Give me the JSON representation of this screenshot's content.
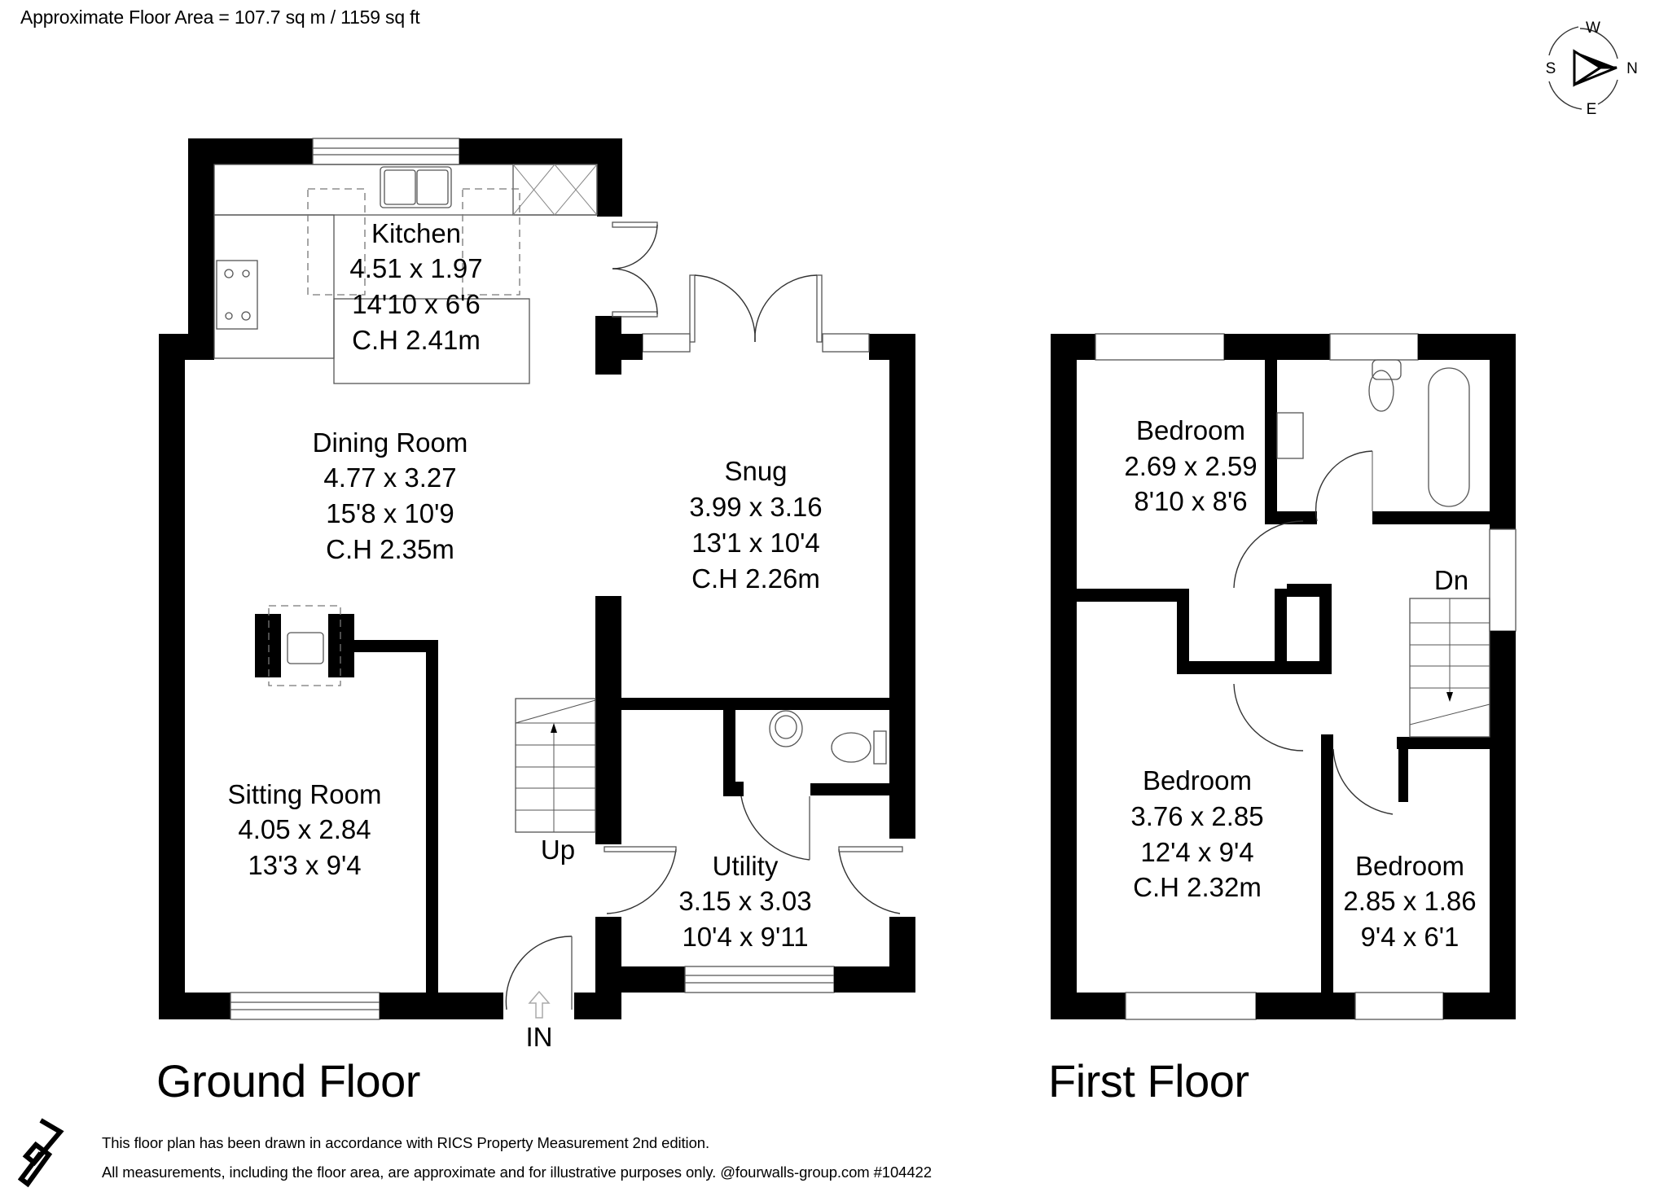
{
  "header": {
    "floor_area": "Approximate Floor Area = 107.7 sq m / 1159 sq ft"
  },
  "compass": {
    "north": "N",
    "south": "S",
    "east": "E",
    "west": "W"
  },
  "ground_floor": {
    "title": "Ground Floor",
    "stairs_label": "Up",
    "entrance_label": "IN",
    "rooms": [
      {
        "name": "Kitchen",
        "metric": "4.51 x 1.97",
        "imperial": "14'10 x 6'6",
        "ceiling": "C.H 2.41m"
      },
      {
        "name": "Dining Room",
        "metric": "4.77 x 3.27",
        "imperial": "15'8 x 10'9",
        "ceiling": "C.H 2.35m"
      },
      {
        "name": "Snug",
        "metric": "3.99 x 3.16",
        "imperial": "13'1 x 10'4",
        "ceiling": "C.H 2.26m"
      },
      {
        "name": "Sitting Room",
        "metric": "4.05 x 2.84",
        "imperial": "13'3 x 9'4"
      },
      {
        "name": "Utility",
        "metric": "3.15 x 3.03",
        "imperial": "10'4 x 9'11"
      }
    ]
  },
  "first_floor": {
    "title": "First Floor",
    "stairs_label": "Dn",
    "rooms": [
      {
        "name": "Bedroom",
        "metric": "2.69 x 2.59",
        "imperial": "8'10 x 8'6"
      },
      {
        "name": "Bedroom",
        "metric": "3.76 x 2.85",
        "imperial": "12'4 x 9'4",
        "ceiling": "C.H 2.32m"
      },
      {
        "name": "Bedroom",
        "metric": "2.85 x 1.86",
        "imperial": "9'4 x 6'1"
      }
    ]
  },
  "footer": {
    "line1": "This floor plan has been drawn in accordance with RICS Property Measurement 2nd edition.",
    "line2": "All measurements, including the floor area, are approximate and for illustrative purposes only. @fourwalls-group.com #104422"
  },
  "colors": {
    "wall": "#000000",
    "fixture_line": "#555555",
    "background": "#ffffff"
  }
}
